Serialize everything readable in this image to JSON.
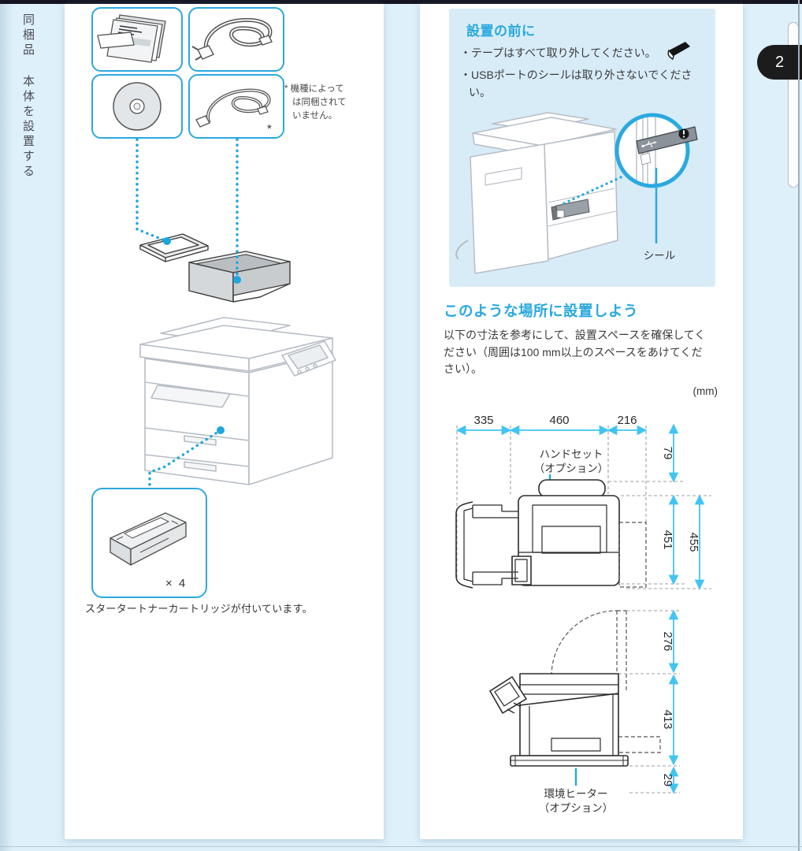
{
  "page": {
    "tab_number": "2"
  },
  "sidebar": {
    "label_top": "同梱品",
    "label_bottom": "本体を設置する"
  },
  "included_items": {
    "items": [
      "manual-set",
      "power-cord",
      "cd-rom",
      "modular-cable"
    ],
    "cable_asterisk": "*",
    "note_lines": [
      "* 機種によって",
      "は同梱されて",
      "いません。"
    ],
    "toner_count": "× 4",
    "toner_caption": "スタータートナーカートリッジが付いています。"
  },
  "before_install": {
    "title": "設置の前に",
    "bullet_1": "・テープはすべて取り外してください。",
    "bullet_2_line1": "・USBポートのシールは取り外さないでくださ",
    "bullet_2_line2": "い。",
    "seal_label": "シール"
  },
  "placement": {
    "title": "このような場所に設置しよう",
    "body_lines": [
      "以下の寸法を参考にして、設置スペースを確保してく",
      "ださい（周囲は100 mm以上のスペースをあけてくだ",
      "さい）。"
    ],
    "unit": "(mm)",
    "top_view": {
      "width_335": "335",
      "width_460": "460",
      "width_216": "216",
      "height_79": "79",
      "height_451": "451",
      "height_455": "455",
      "handset_label_line1": "ハンドセット",
      "handset_label_line2": "（オプション）"
    },
    "side_view": {
      "height_276": "276",
      "height_413": "413",
      "height_29": "29",
      "heater_label_line1": "環境ヒーター",
      "heater_label_line2": "（オプション）"
    }
  },
  "colors": {
    "accent_cyan": "#29a8df",
    "dim_arrow_cyan": "#41c4f2",
    "page_background": "#def0fa",
    "info_box_background": "#d8ecf8",
    "line_art_gray": "#b7bdc5",
    "tab_black": "#1c1c1c"
  }
}
